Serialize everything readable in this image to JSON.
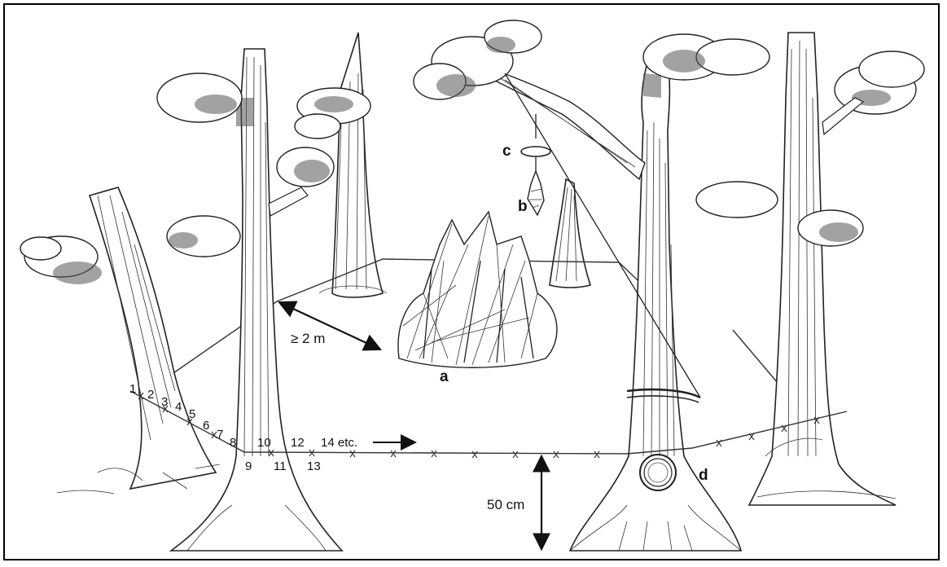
{
  "labels": {
    "a": "a",
    "b": "b",
    "c": "c",
    "d": "d"
  },
  "measurements": {
    "distance": "≥ 2 m",
    "height": "50 cm"
  },
  "numbering": [
    "1",
    "2",
    "3",
    "4",
    "5",
    "6",
    "7",
    "8",
    "9",
    "10",
    "11",
    "12",
    "13",
    "14 etc."
  ]
}
